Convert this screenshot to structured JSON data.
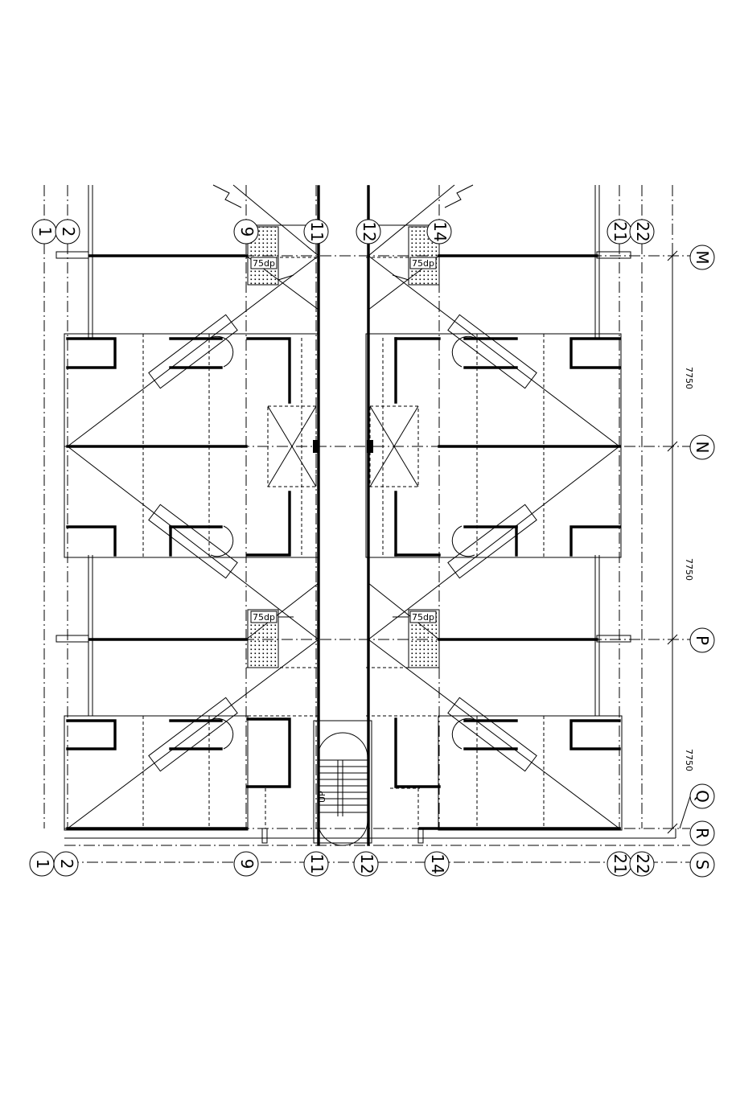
{
  "grid_top": [
    "1",
    "2",
    "9",
    "11",
    "12",
    "14",
    "21",
    "22"
  ],
  "grid_bottom": [
    "1",
    "2",
    "9",
    "11",
    "12",
    "14",
    "21",
    "22"
  ],
  "grid_right": [
    "M",
    "N",
    "P",
    "Q",
    "R",
    "S"
  ],
  "dimensions": [
    "7750",
    "7750",
    "7750"
  ],
  "shaft_labels": [
    "75dp",
    "75dp",
    "75dp",
    "75dp"
  ],
  "stair_label": "UP"
}
